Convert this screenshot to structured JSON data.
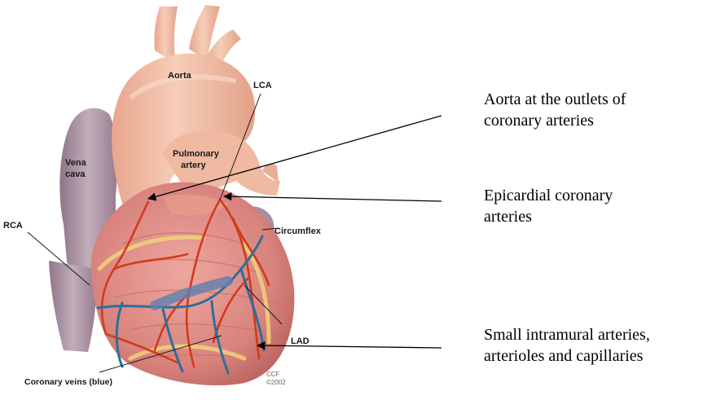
{
  "anatomy_labels": {
    "aorta": "Aorta",
    "lca": "LCA",
    "pulmonary_artery_line1": "Pulmonary",
    "pulmonary_artery_line2": "artery",
    "vena_cava_line1": "Vena",
    "vena_cava_line2": "cava",
    "rca": "RCA",
    "circumflex": "Circumflex",
    "lad": "LAD",
    "coronary_veins": "Coronary veins (blue)",
    "copyright_line1": "CCF",
    "copyright_line2": "©2002"
  },
  "callouts": [
    {
      "line1": "Aorta at the outlets of",
      "line2": "coronary arteries"
    },
    {
      "line1": "Epicardial coronary",
      "line2": "arteries"
    },
    {
      "line1": "Small intramural arteries,",
      "line2": "arterioles and capillaries"
    }
  ],
  "colors": {
    "aorta": "#eeb49c",
    "heart_muscle": "#d98a84",
    "vena_cava": "#a88e9e",
    "artery": "#d23a1c",
    "vein": "#2d6e9c",
    "fat": "#f0d27a"
  }
}
